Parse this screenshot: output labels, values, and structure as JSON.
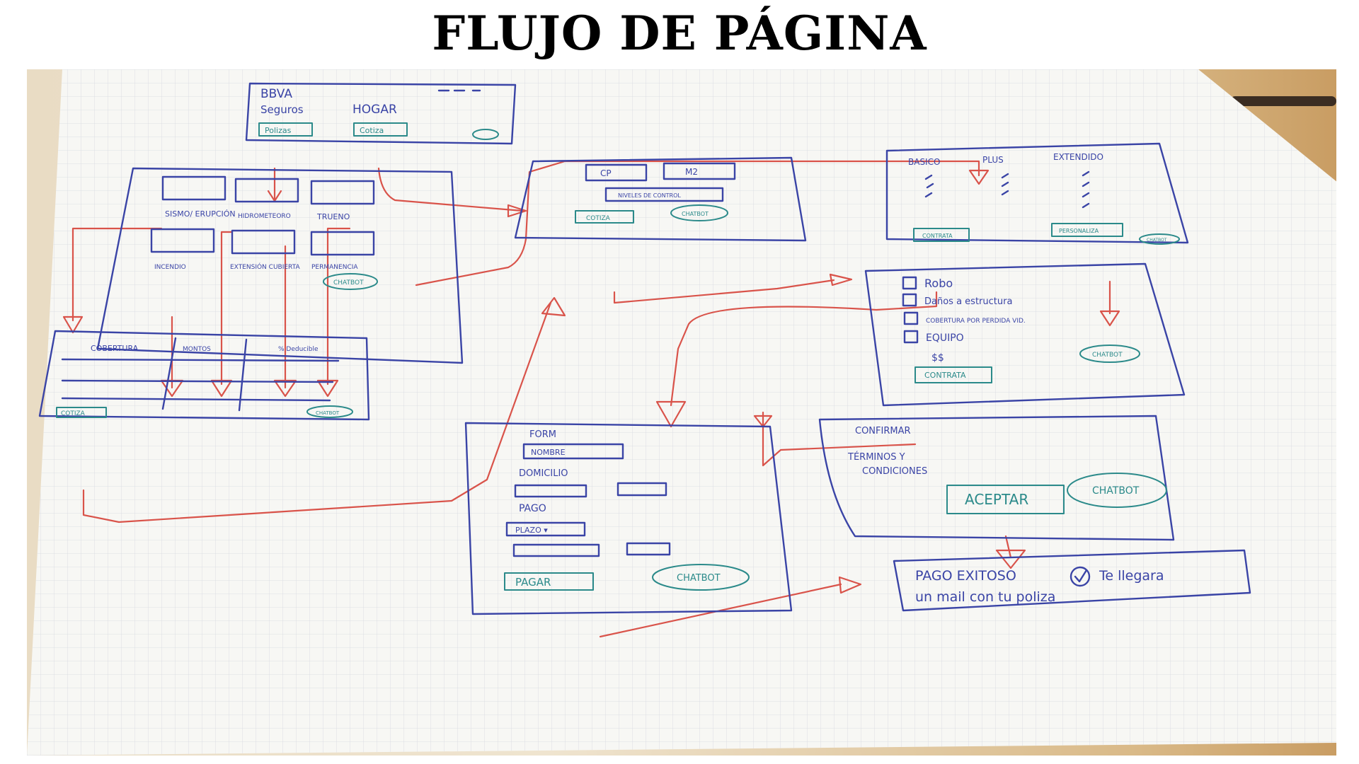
{
  "title": "FLUJO DE PÁGINA",
  "screens": {
    "home": {
      "brand": "BBVA",
      "subtitle": "Seguros",
      "section": "HOGAR",
      "btn_left": "Polizas",
      "btn_right": "Cotiza"
    },
    "coverages": {
      "items": [
        "SISMO/ ERUPCIÓN",
        "HIDROMETEORO",
        "TRUENO",
        "INCENDIO",
        "EXTENSIÓN CUBIERTA",
        "PERMANENCIA"
      ],
      "chatbot": "CHATBOT"
    },
    "table": {
      "headers": [
        "COBERTURA",
        "MONTOS",
        "% Deducible"
      ],
      "btn": "COTIZA",
      "chatbot": "CHATBOT"
    },
    "quote": {
      "field1": "CP",
      "field2": "M2",
      "select": "NIVELES DE CONTROL",
      "btn": "COTIZA",
      "chatbot": "CHATBOT"
    },
    "plans": {
      "columns": [
        "BASICO",
        "PLUS",
        "EXTENDIDO"
      ],
      "btn_left": "CONTRATA",
      "btn_right": "PERSONALIZA",
      "chatbot": "CHATBOT"
    },
    "custom": {
      "options": [
        "Robo",
        "Daños a estructura",
        "COBERTURA POR PERDIDA VID.",
        "EQUIPO"
      ],
      "price": "$$",
      "btn": "CONTRATA",
      "chatbot": "CHATBOT"
    },
    "form": {
      "heading": "FORM",
      "name_field": "NOMBRE",
      "address_label": "DOMICILIO",
      "payment_label": "PAGO",
      "term_select": "PLAZO ▾",
      "btn": "PAGAR",
      "chatbot": "CHATBOT"
    },
    "confirm": {
      "heading": "CONFIRMAR",
      "terms_line1": "TÉRMINOS Y",
      "terms_line2": "CONDICIONES",
      "btn": "ACEPTAR",
      "chatbot": "CHATBOT"
    },
    "success": {
      "line1_a": "PAGO EXITOSO",
      "line1_b": "Te llegara",
      "line2": "un mail con tu poliza"
    }
  },
  "colors": {
    "blue_ink": "#3a44a6",
    "red_ink": "#d9534a",
    "teal_ink": "#2b8a8a",
    "paper": "#f7f7f4"
  }
}
